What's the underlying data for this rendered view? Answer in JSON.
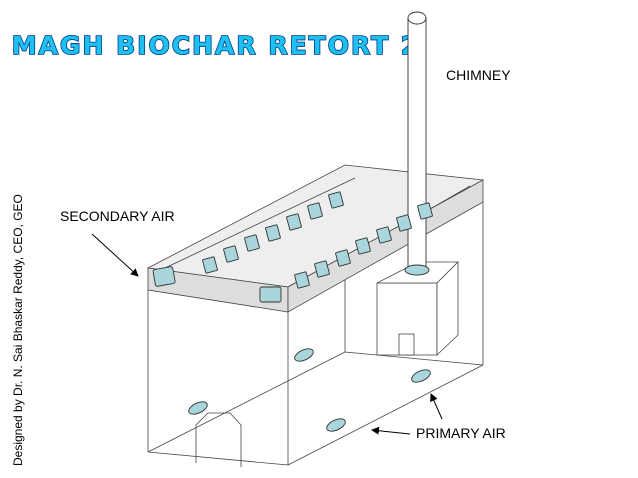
{
  "title": "MAGH BIOCHAR RETORT 2",
  "labels": {
    "chimney": "CHIMNEY",
    "secondary_air": "SECONDARY AIR",
    "primary_air": "PRIMARY AIR"
  },
  "credit": "Designed by Dr. N. Sai Bhaskar Reddy, CEO, GEO",
  "colors": {
    "title_fill": "#1ec0f0",
    "title_outline": "#003a8c",
    "vent_fill": "#a9d6dc"
  }
}
